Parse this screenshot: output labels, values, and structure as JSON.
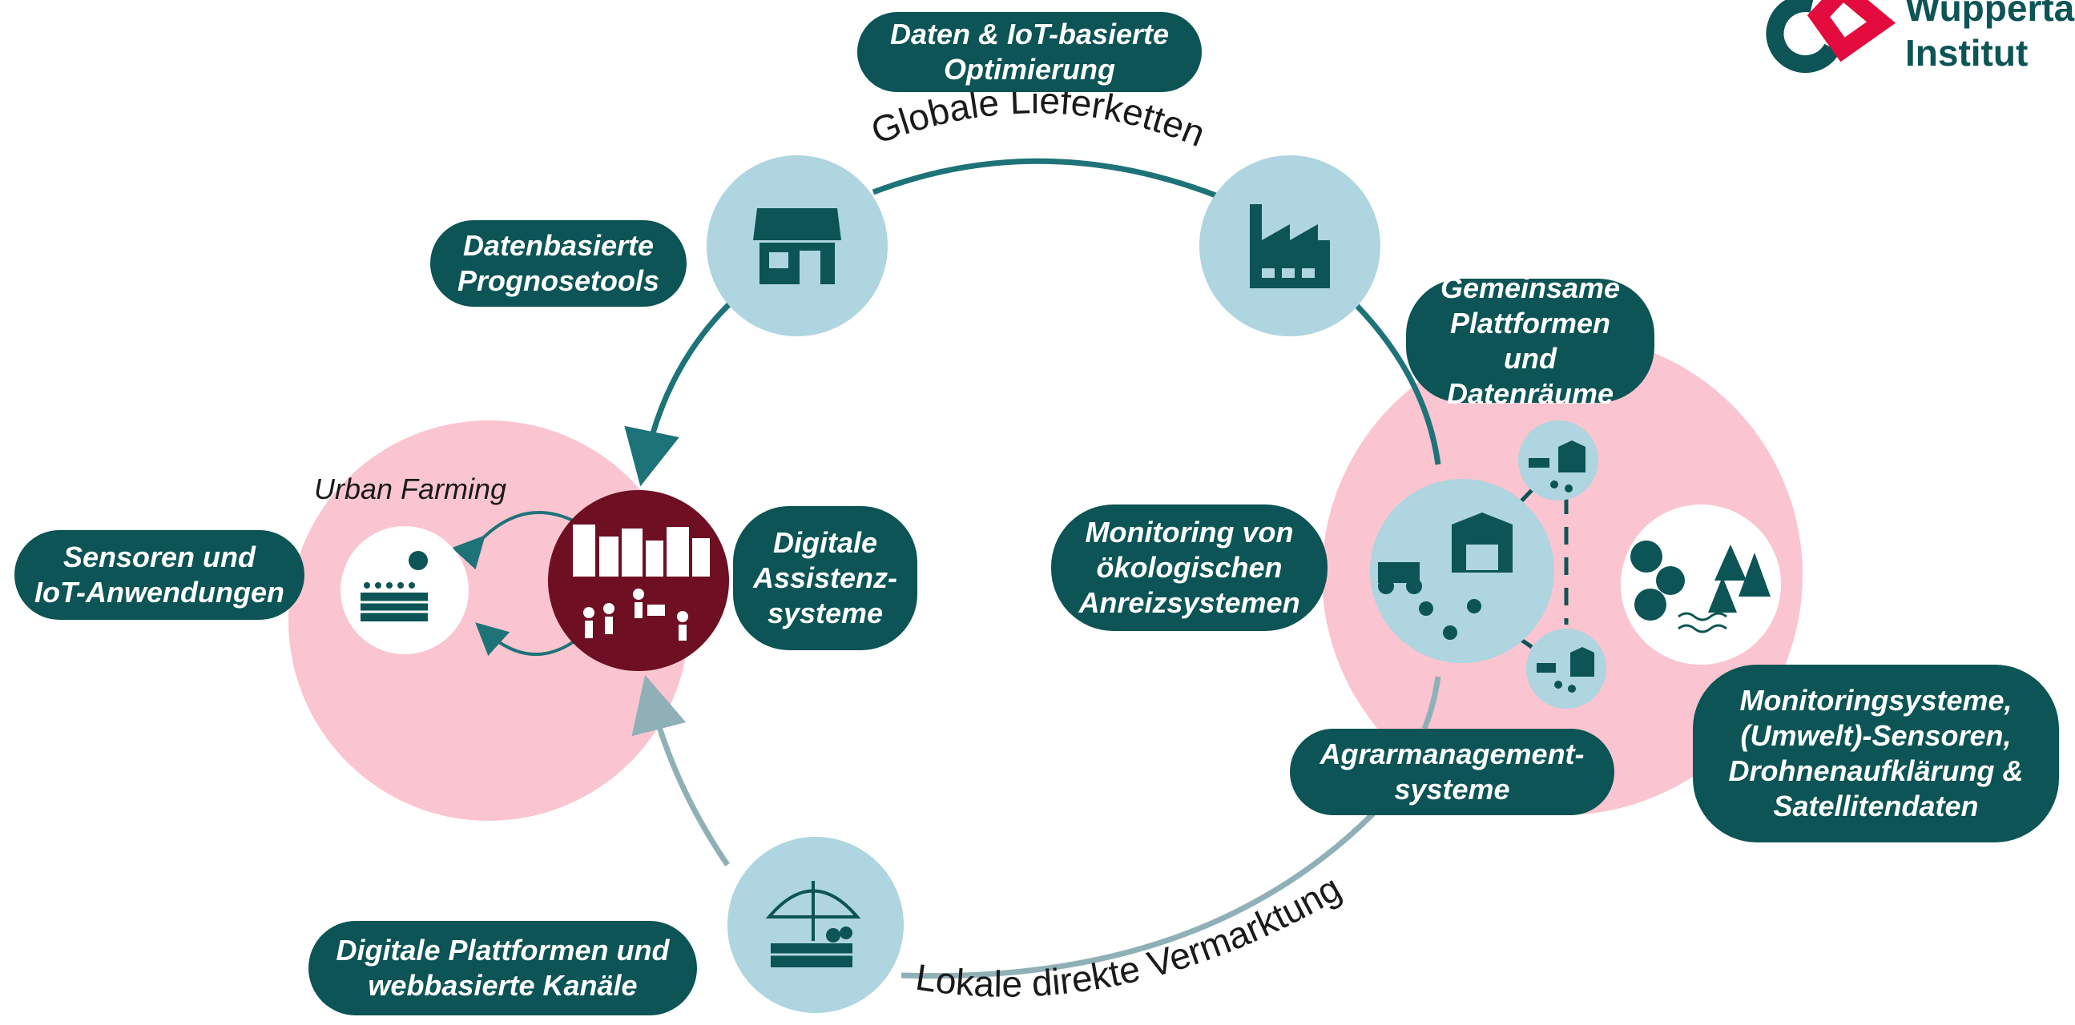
{
  "logo": {
    "name": "Wuppertal Institut",
    "text": "Wuppertal\nInstitut"
  },
  "cycle": {
    "top_label": "Globale Lieferketten",
    "bottom_label": "Lokale direkte Vermarktung"
  },
  "urban_farming_label": "Urban Farming",
  "pills": {
    "data_iot": "Daten & IoT-basierte\nOptimierung",
    "forecast": "Datenbasierte\nPrognosetools",
    "sensors": "Sensoren und\nIoT-Anwendungen",
    "assist": "Digitale\nAssistenz-\nsysteme",
    "platforms": "Gemeinsame\nPlattformen und\nDatenräume",
    "monitoring_eco": "Monitoring von\nökologischen\nAnreizsystemen",
    "agrar": "Agrarmanagement-\nsysteme",
    "monitoring_sys": "Monitoringsysteme,\n(Umwelt)-Sensoren,\nDrohnenaufklärung &\nSatellitendaten",
    "digital_platforms": "Digitale Plattformen und\nwebbasierte Kanäle"
  },
  "icons": {
    "store": "store-icon",
    "factory": "factory-icon",
    "city": "city-icon",
    "vertical_farm": "vertical-farm-icon",
    "farm": "farm-icon",
    "small_farm_top": "small-farm-icon",
    "small_farm_bottom": "small-farm-icon",
    "nature": "forest-water-icon",
    "market": "market-stall-icon"
  },
  "colors": {
    "dark_teal": "#0c5455",
    "mid_teal": "#1d7378",
    "light_blue": "#aed5e0",
    "pink": "#fac5d0",
    "maroon": "#6e0f23",
    "gray_blue": "#8fb0b7",
    "logo_red": "#e30b3d"
  }
}
